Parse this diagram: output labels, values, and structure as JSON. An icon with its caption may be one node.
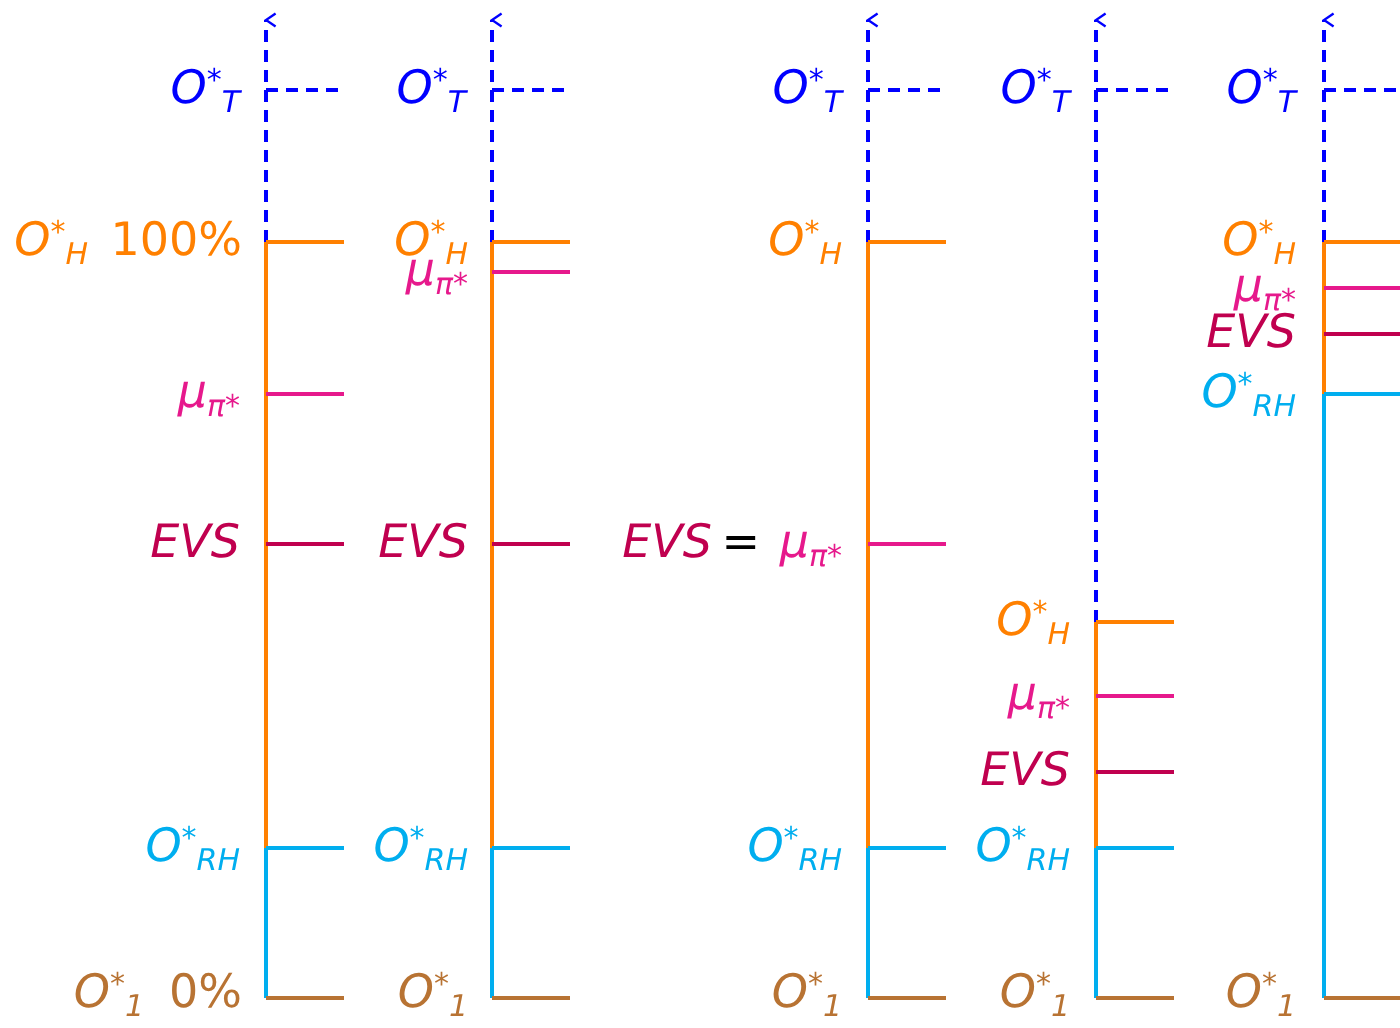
{
  "diagram": {
    "labels": [
      "O$^{*}$$_{T}$",
      "O$^{*}$$_{H}$",
      "100%",
      "μ$_{π*}$",
      "EVS",
      "O$^{*}$$_{RH}$",
      "O$^{*}$$_{1}$",
      "0%",
      "O$^{*}$$_{T}$",
      "O$^{*}$$_{H}$",
      "μ$_{π*}$",
      "EVS",
      "O$^{*}$$_{RH}$",
      "O$^{*}$$_{1}$",
      "O$^{*}$$_{T}$",
      "O$^{*}$$_{H}$",
      "EVS",
      "=",
      "μ$_{π*}$",
      "O$^{*}$$_{RH}$",
      "O$^{*}$$_{1}$",
      "O$^{*}$$_{T}$",
      "O$^{*}$$_{H}$",
      "μ$_{π*}$",
      "EVS",
      "O$^{*}$$_{RH}$",
      "O$^{*}$$_{1}$",
      "O$^{*}$$_{T}$",
      "O$^{*}$$_{H}$",
      "μ$_{π*}$",
      "EVS",
      "O$^{*}$$_{RH}$",
      "O$^{*}$$_{1}$"
    ]
  }
}
